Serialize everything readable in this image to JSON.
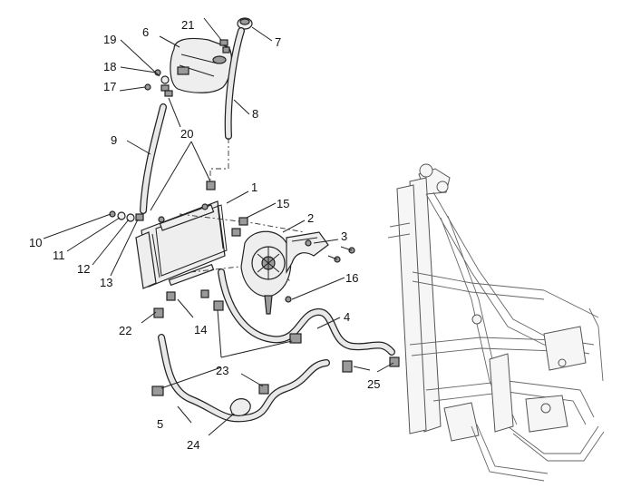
{
  "labels": {
    "l1": "1",
    "l2": "2",
    "l3": "3",
    "l4": "4",
    "l5": "5",
    "l6": "6",
    "l7": "7",
    "l8": "8",
    "l9": "9",
    "l10": "10",
    "l11": "11",
    "l12": "12",
    "l13": "13",
    "l14": "14",
    "l15": "15",
    "l16": "16",
    "l17": "17",
    "l18": "18",
    "l19": "19",
    "l20": "20",
    "l21": "21",
    "l22": "22",
    "l23": "23",
    "l24": "24",
    "l25": "25"
  }
}
